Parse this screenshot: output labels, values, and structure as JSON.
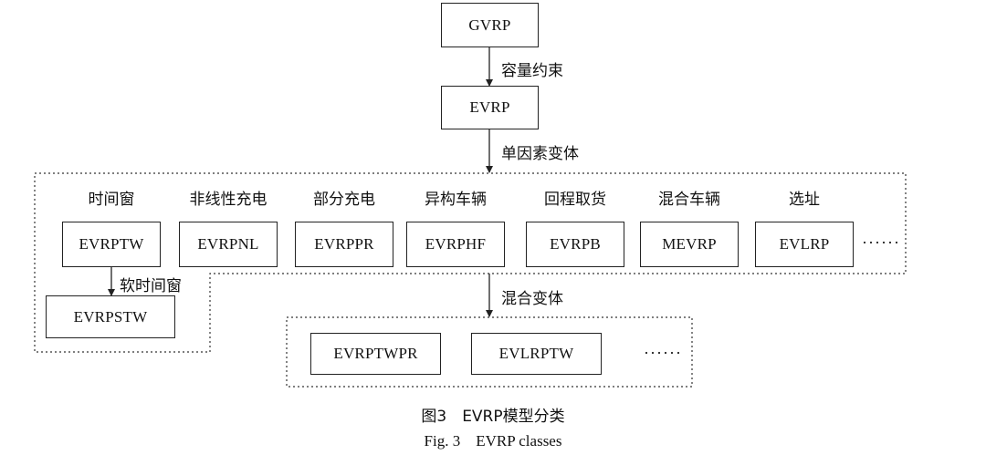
{
  "diagram": {
    "root": "GVRP",
    "level1": "EVRP",
    "edge_capacity": "容量约束",
    "edge_single_factor": "单因素变体",
    "edge_mixed": "混合变体",
    "edge_soft_tw": "软时间窗",
    "categories": [
      {
        "label": "时间窗",
        "model": "EVRPTW"
      },
      {
        "label": "非线性充电",
        "model": "EVRPNL"
      },
      {
        "label": "部分充电",
        "model": "EVRPPR"
      },
      {
        "label": "异构车辆",
        "model": "EVRPHF"
      },
      {
        "label": "回程取货",
        "model": "EVRPB"
      },
      {
        "label": "混合车辆",
        "model": "MEVRP"
      },
      {
        "label": "选址",
        "model": "EVLRP"
      }
    ],
    "more_single": "······",
    "soft_tw_model": "EVRPSTW",
    "mixed_models": [
      "EVRPTWPR",
      "EVLRPTW"
    ],
    "more_mixed": "······"
  },
  "caption": {
    "cn": "图3　EVRP模型分类",
    "en": "Fig. 3　EVRP classes"
  }
}
